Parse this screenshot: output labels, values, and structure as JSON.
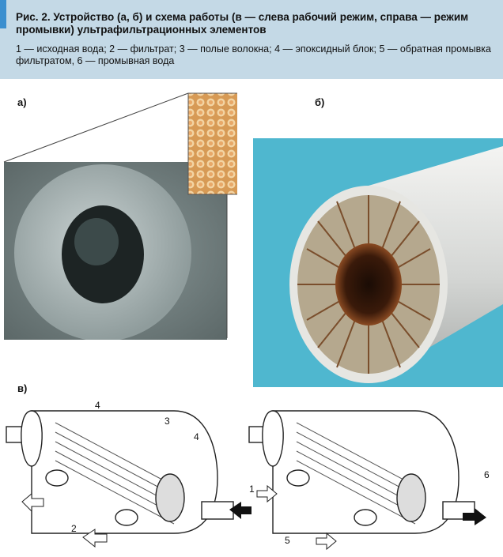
{
  "caption": {
    "title": "Рис. 2. Устройство (а, б) и схема работы (в — слева рабочий режим, справа — режим промывки) ультрафильтрационных элементов",
    "legend": "1 — исходная вода; 2 — фильтрат; 3 — полые волокна; 4 — эпоксидный блок; 5 — обратная промывка фильтратом, 6 — промывная вода"
  },
  "panels": {
    "a": "а)",
    "b": "б)",
    "v": "в)"
  },
  "callouts": {
    "left_4_top": "4",
    "left_3": "3",
    "left_4_right": "4",
    "left_1": "1",
    "left_2": "2",
    "right_5": "5",
    "right_6": "6"
  },
  "colors": {
    "caption_bg": "#c4d9e6",
    "accent": "#3b8fcf",
    "module_bg": "#4fb7cf"
  }
}
